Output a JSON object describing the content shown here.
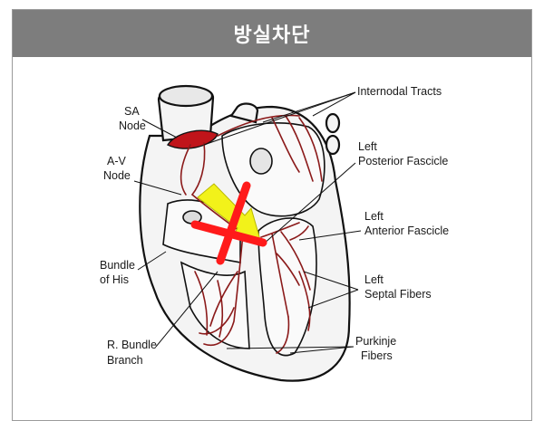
{
  "header": {
    "title": "방실차단"
  },
  "colors": {
    "title_bar": "#7d7d7d",
    "vessels": "#8b1a1a",
    "block_mark": "#ff1a1a",
    "arrow": "#f2f21a"
  },
  "labels": {
    "sa_node_1": "SA",
    "sa_node_2": "Node",
    "av_node_1": "A-V",
    "av_node_2": "Node",
    "bundle_his_1": "Bundle",
    "bundle_his_2": "of His",
    "r_bundle_1": "R. Bundle",
    "r_bundle_2": "Branch",
    "internodal": "Internodal Tracts",
    "left_post_1": "Left",
    "left_post_2": "Posterior  Fascicle",
    "left_ant_1": "Left",
    "left_ant_2": "Anterior  Fascicle",
    "left_septal_1": "Left",
    "left_septal_2": "Septal  Fibers",
    "purkinje_1": "Purkinje",
    "purkinje_2": "Fibers"
  }
}
